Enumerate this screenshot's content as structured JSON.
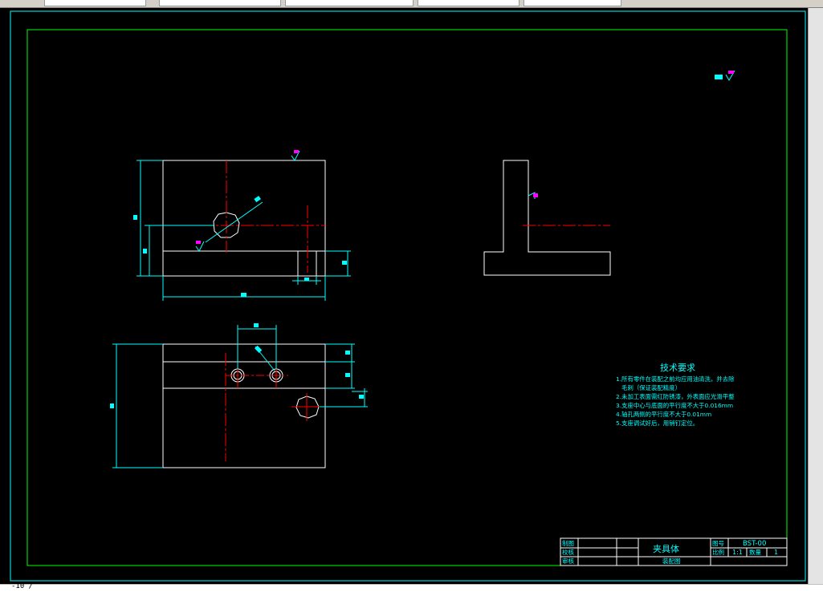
{
  "colors": {
    "background": "#000000",
    "outline": "#ffffff",
    "dimension": "#00ffff",
    "centerline": "#ff0000",
    "frame": "#00ff00",
    "symbol": "#ff00ff"
  },
  "drawing": {
    "tech_req": {
      "title": "技术要求",
      "lines": [
        "1.所有零件在装配之前均应用油清洗，并去除",
        "   毛刺（保证装配精度）",
        "2.未加工表面需红防锈漆，外表面应光滑平整",
        "3.支座中心与底面的平行度不大于0.016mm",
        "4.轴孔两侧的平行度不大于0.01mm",
        "5.支座调试好后，用销钉定位。"
      ]
    },
    "title_block": {
      "role_draw": "制图",
      "role_check": "校核",
      "role_review": "审核",
      "part_name": "夹具体",
      "drawing_type": "装配图",
      "label_drawing_no": "图号",
      "drawing_no": "BST-00",
      "label_scale": "比例",
      "scale": "1:1",
      "label_qty": "数量",
      "qty": "1"
    }
  },
  "bottombar": {
    "text": "-10 /"
  }
}
